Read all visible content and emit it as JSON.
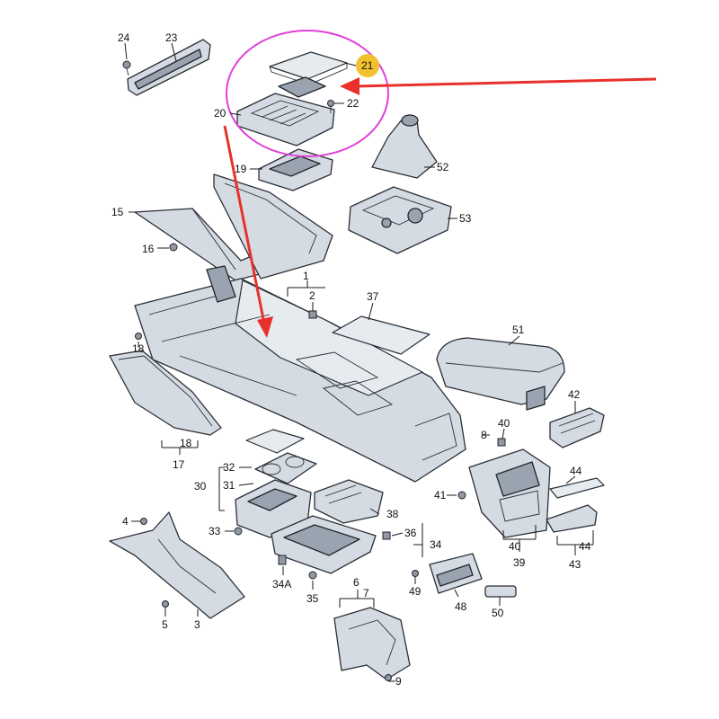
{
  "callouts": {
    "c24": "24",
    "c23": "23",
    "c21": "21",
    "c22": "22",
    "c20": "20",
    "c19": "19",
    "c15": "15",
    "c16": "16",
    "c52": "52",
    "c53": "53",
    "c1": "1",
    "c2": "2",
    "c37": "37",
    "c51": "51",
    "c18a": "18",
    "c18b": "18",
    "c17": "17",
    "c42": "42",
    "c40a": "40",
    "c8": "8",
    "c32": "32",
    "c30": "30",
    "c31": "31",
    "c44a": "44",
    "c41": "41",
    "c38": "38",
    "c33": "33",
    "c36": "36",
    "c34": "34",
    "c4": "4",
    "c40b": "40",
    "c44b": "44",
    "c39": "39",
    "c43": "43",
    "c34A": "34A",
    "c35": "35",
    "c49": "49",
    "c6": "6",
    "c7": "7",
    "c48": "48",
    "c50": "50",
    "c5": "5",
    "c3": "3",
    "c9": "9"
  },
  "highlight": {
    "ellipse_color": "#e040d8",
    "arrow_color": "#e8312a",
    "badge_color": "#f2c12e",
    "highlighted_part": "21"
  }
}
